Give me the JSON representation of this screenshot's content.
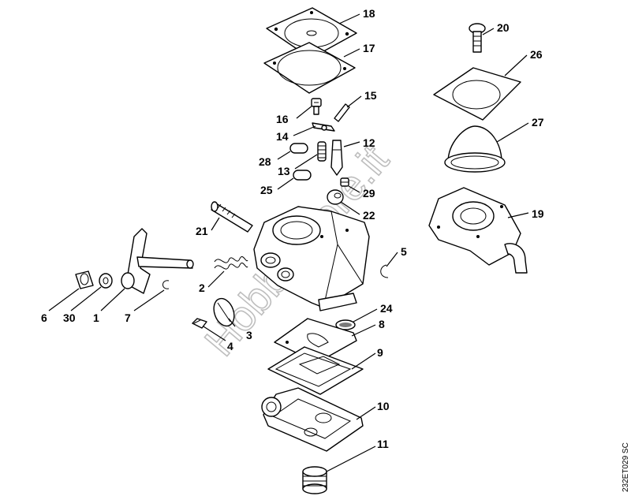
{
  "diagram": {
    "code": "232ET029 SC",
    "watermark": "HobbyStore.it",
    "callouts": [
      {
        "id": "c18",
        "label": "18"
      },
      {
        "id": "c17",
        "label": "17"
      },
      {
        "id": "c15",
        "label": "15"
      },
      {
        "id": "c16",
        "label": "16"
      },
      {
        "id": "c14",
        "label": "14"
      },
      {
        "id": "c12",
        "label": "12"
      },
      {
        "id": "c28",
        "label": "28"
      },
      {
        "id": "c13",
        "label": "13"
      },
      {
        "id": "c25",
        "label": "25"
      },
      {
        "id": "c29",
        "label": "29"
      },
      {
        "id": "c22",
        "label": "22"
      },
      {
        "id": "c21",
        "label": "21"
      },
      {
        "id": "c20",
        "label": "20"
      },
      {
        "id": "c26",
        "label": "26"
      },
      {
        "id": "c27",
        "label": "27"
      },
      {
        "id": "c19",
        "label": "19"
      },
      {
        "id": "c5",
        "label": "5"
      },
      {
        "id": "c2",
        "label": "2"
      },
      {
        "id": "c6",
        "label": "6"
      },
      {
        "id": "c30",
        "label": "30"
      },
      {
        "id": "c1",
        "label": "1"
      },
      {
        "id": "c7",
        "label": "7"
      },
      {
        "id": "c24",
        "label": "24"
      },
      {
        "id": "c8",
        "label": "8"
      },
      {
        "id": "c3",
        "label": "3"
      },
      {
        "id": "c4",
        "label": "4"
      },
      {
        "id": "c9",
        "label": "9"
      },
      {
        "id": "c10",
        "label": "10"
      },
      {
        "id": "c11",
        "label": "11"
      }
    ]
  }
}
